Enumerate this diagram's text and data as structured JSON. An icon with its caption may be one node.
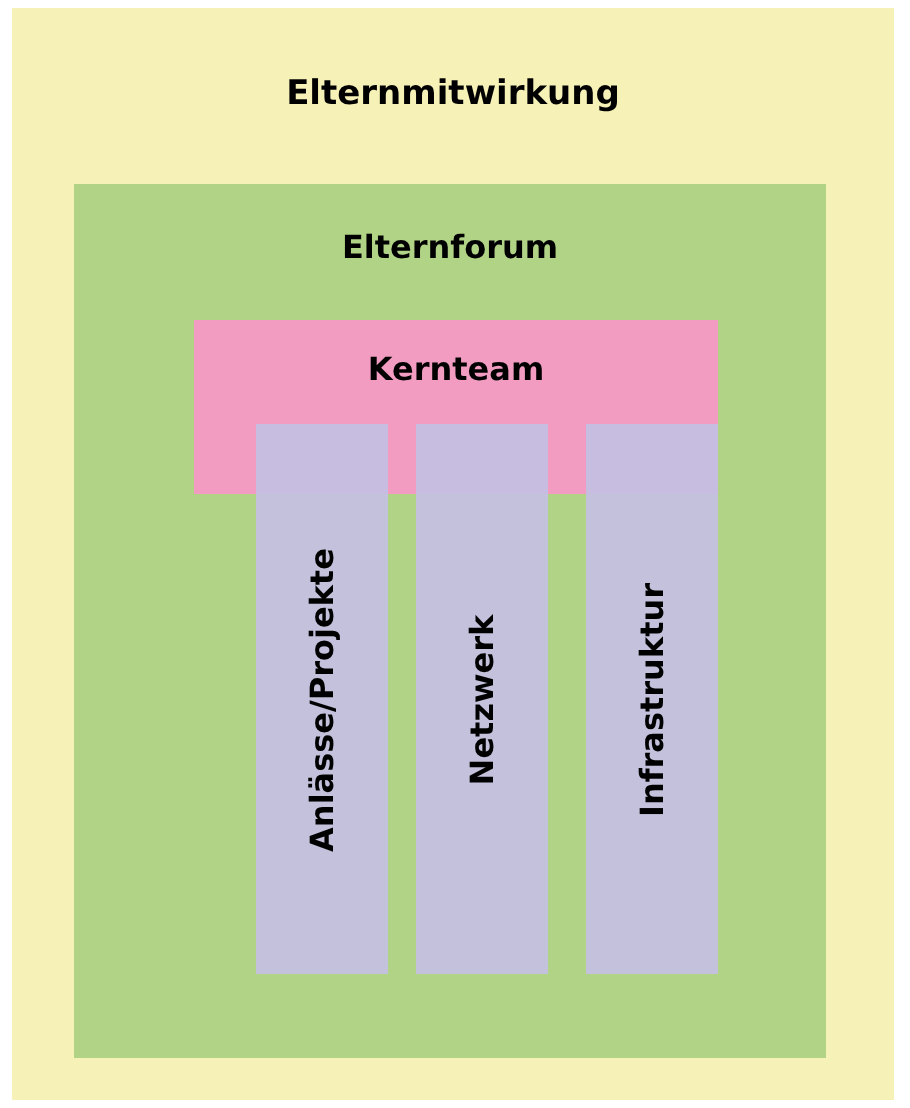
{
  "diagram": {
    "nodes": [
      {
        "text": [
          "Elternmitwirkung"
        ]
      },
      {
        "text": [
          "Elternforum"
        ],
        "in": 0
      },
      {
        "text": [
          "Kernteam"
        ],
        "in": 1
      },
      {
        "text": [
          "Anlässe/Projekte"
        ],
        "in": 1
      },
      {
        "text": [
          "Netzwerk"
        ],
        "in": 1
      },
      {
        "text": [
          "Infrastruktur"
        ],
        "in": 1
      }
    ]
  }
}
